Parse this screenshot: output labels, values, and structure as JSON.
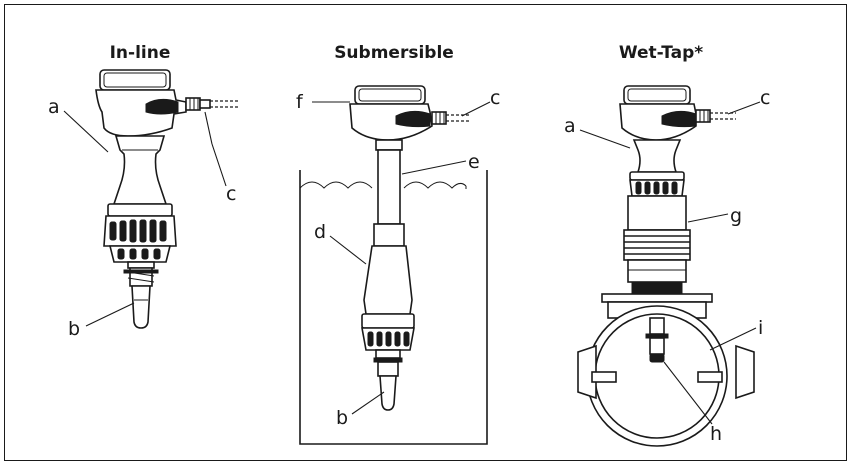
{
  "titles": {
    "inline": "In-line",
    "submersible": "Submersible",
    "wettap": "Wet-Tap*"
  },
  "labels": {
    "a": "a",
    "b": "b",
    "c": "c",
    "d": "d",
    "e": "e",
    "f": "f",
    "g": "g",
    "h": "h",
    "i": "i"
  }
}
